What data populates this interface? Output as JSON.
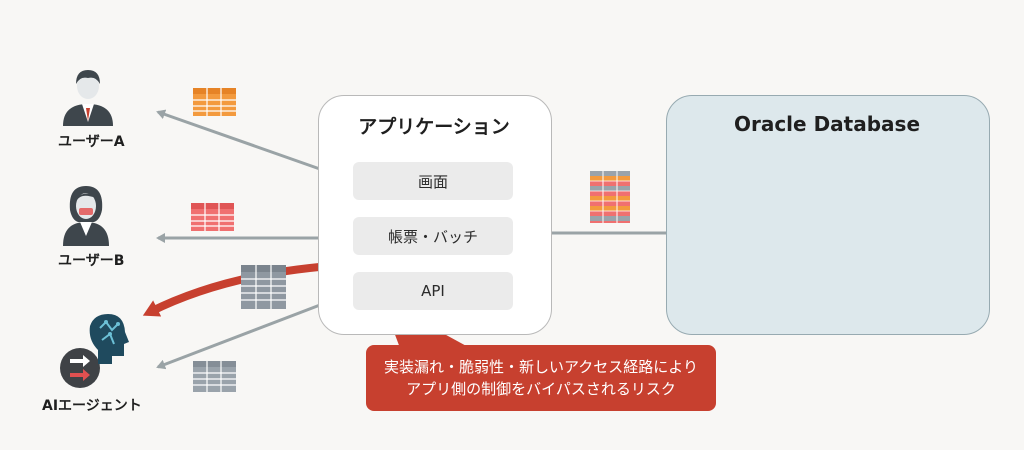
{
  "users": {
    "user_a_label": "ユーザーA",
    "user_b_label": "ユーザーB",
    "ai_agent_label": "AIエージェント"
  },
  "application": {
    "title": "アプリケーション",
    "modules": [
      "画面",
      "帳票・バッチ",
      "API"
    ]
  },
  "database": {
    "title": "Oracle Database"
  },
  "risk_callout": {
    "line1": "実装漏れ・脆弱性・新しいアクセス経路により",
    "line2": "アプリ側の制御をバイパスされるリスク"
  },
  "colors": {
    "arrow_gray": "#9aa3a6",
    "risk_red": "#c7402f",
    "table_orange": "#f39a3e",
    "table_pink": "#f07070",
    "table_gray": "#9aa3ab",
    "db_panel": "#dde8ec"
  }
}
